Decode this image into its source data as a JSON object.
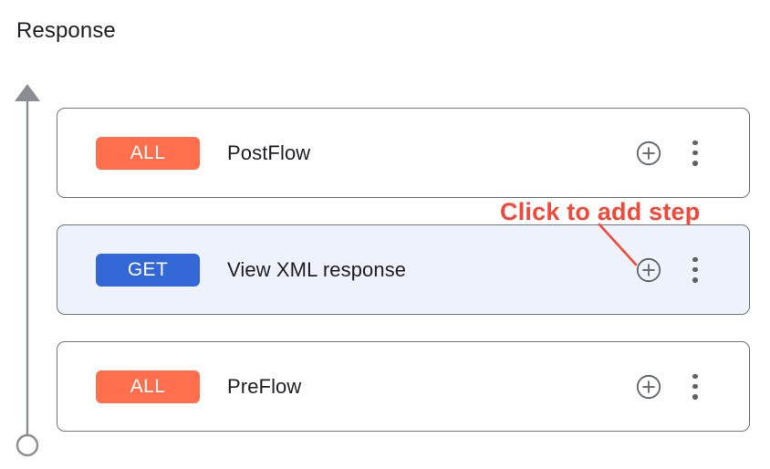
{
  "page": {
    "title": "Response",
    "background_color": "#ffffff"
  },
  "colors": {
    "badge_all": "#ff6f4d",
    "badge_get": "#3367d6",
    "card_border": "#70757a",
    "card_selected_background": "#eef2fc",
    "icon_gray": "#5f6368",
    "annotation_red": "#f4483a",
    "axis_gray": "#8a8d91",
    "text_primary": "#202124"
  },
  "flow_axis": {
    "name": "response-flow-direction-axis",
    "direction": "upward",
    "start_marker": "circle",
    "end_marker": "arrowhead"
  },
  "annotation": {
    "text": "Click to add step",
    "points_to": "add-step-button"
  },
  "steps": [
    {
      "method": "ALL",
      "method_color": "#ff6f4d",
      "label": "PostFlow",
      "selected": false,
      "add_icon": "plus-circle-icon",
      "menu_icon": "kebab-menu-icon"
    },
    {
      "method": "GET",
      "method_color": "#3367d6",
      "label": "View XML response",
      "selected": true,
      "add_icon": "plus-circle-icon",
      "menu_icon": "kebab-menu-icon"
    },
    {
      "method": "ALL",
      "method_color": "#ff6f4d",
      "label": "PreFlow",
      "selected": false,
      "add_icon": "plus-circle-icon",
      "menu_icon": "kebab-menu-icon"
    }
  ]
}
